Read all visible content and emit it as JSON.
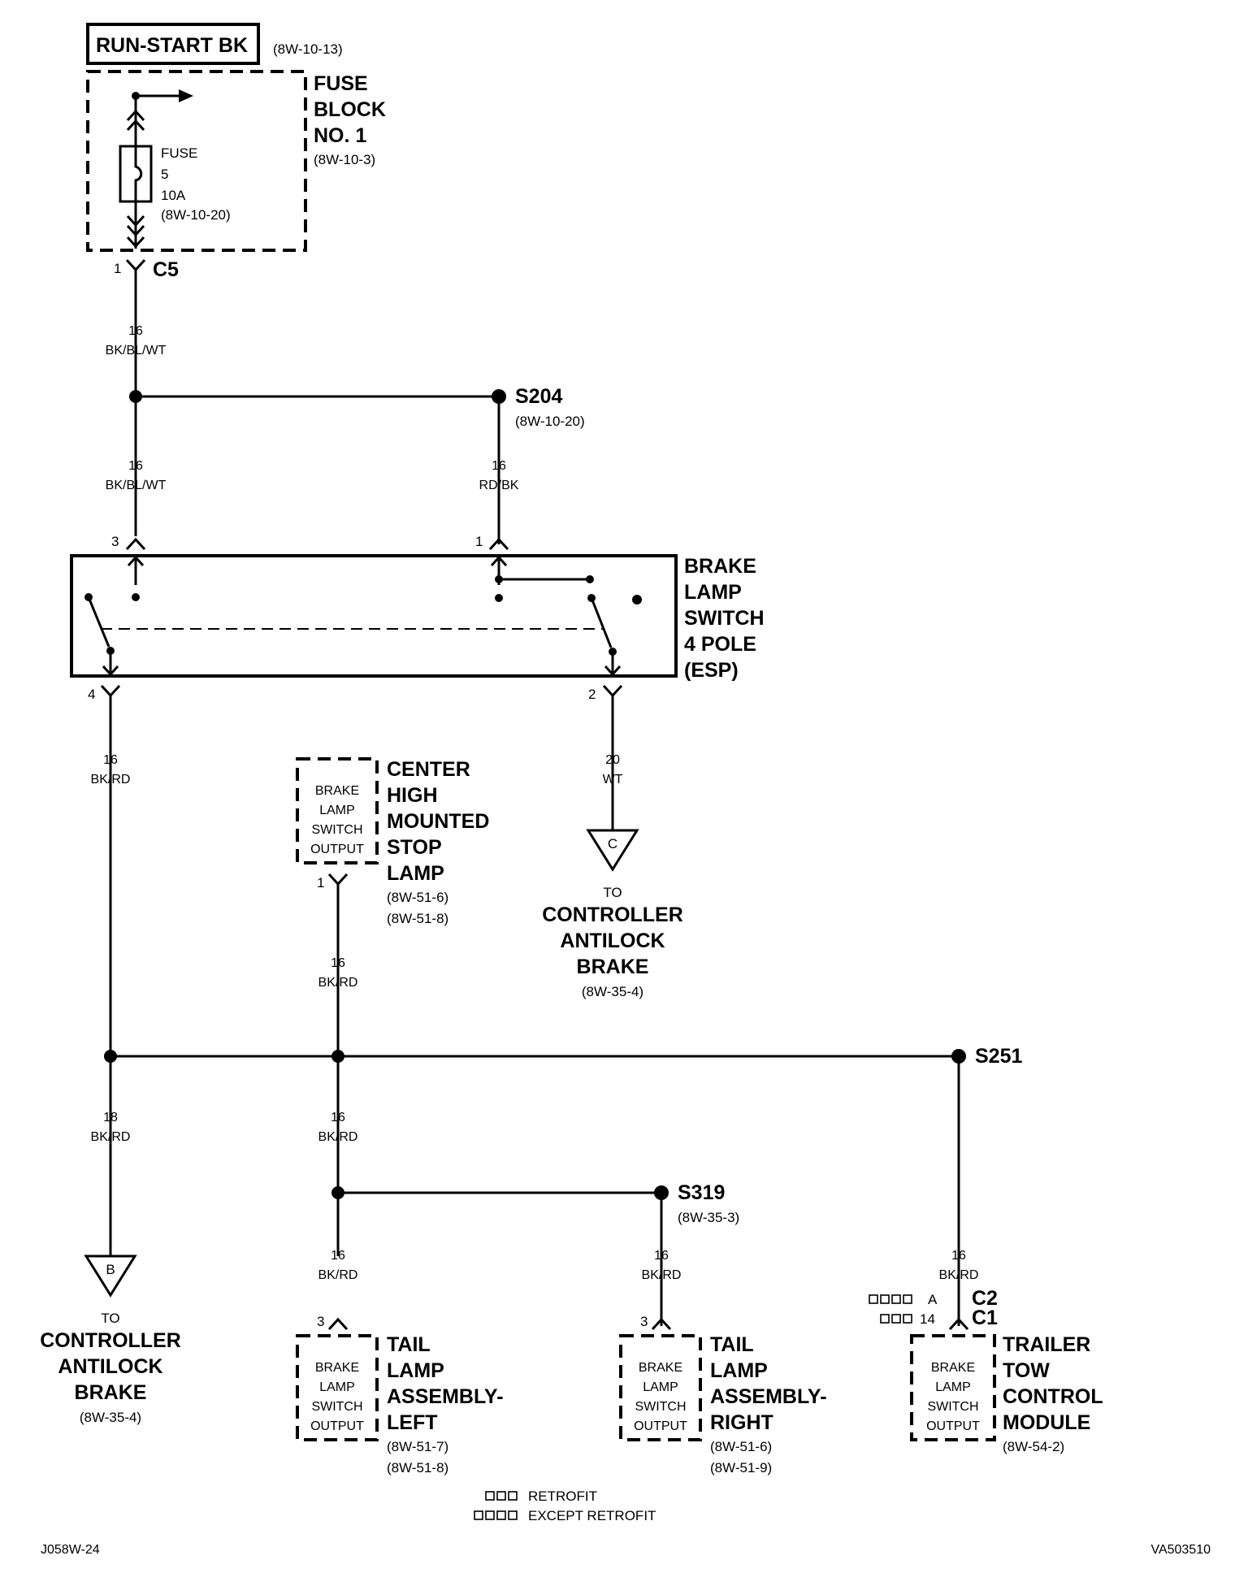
{
  "labels": {
    "run_start": "RUN-START BK",
    "run_start_ref": "(8W-10-13)",
    "fuse_block": [
      "FUSE",
      "BLOCK",
      "NO. 1"
    ],
    "fuse_block_ref": "(8W-10-3)",
    "fuse": [
      "FUSE",
      "5",
      "10A",
      "(8W-10-20)"
    ],
    "c5_pin": "1",
    "c5": "C5",
    "s204": "S204",
    "s204_ref": "(8W-10-20)",
    "pin3": "3",
    "pin1": "1",
    "pin4": "4",
    "pin2": "2",
    "brake_switch": [
      "BRAKE",
      "LAMP",
      "SWITCH",
      "4 POLE",
      "(ESP)"
    ],
    "chmsl_box": [
      "BRAKE",
      "LAMP",
      "SWITCH",
      "OUTPUT"
    ],
    "chmsl": [
      "CENTER",
      "HIGH",
      "MOUNTED",
      "STOP",
      "LAMP"
    ],
    "chmsl_refs": [
      "(8W-51-6)",
      "(8W-51-8)"
    ],
    "chmsl_pin": "1",
    "conn_c": "C",
    "conn_b": "B",
    "to": "TO",
    "cab": [
      "CONTROLLER",
      "ANTILOCK",
      "BRAKE"
    ],
    "cab_ref": "(8W-35-4)",
    "s251": "S251",
    "s319": "S319",
    "s319_ref": "(8W-35-3)",
    "tail_left": [
      "TAIL",
      "LAMP",
      "ASSEMBLY-",
      "LEFT"
    ],
    "tail_left_refs": [
      "(8W-51-7)",
      "(8W-51-8)"
    ],
    "tail_right": [
      "TAIL",
      "LAMP",
      "ASSEMBLY-",
      "RIGHT"
    ],
    "tail_right_refs": [
      "(8W-51-6)",
      "(8W-51-9)"
    ],
    "trailer": [
      "TRAILER",
      "TOW",
      "CONTROL",
      "MODULE"
    ],
    "trailer_ref": "(8W-54-2)",
    "tail_pin": "3",
    "trailer_pin_a": "A",
    "trailer_pin_14": "14",
    "c2": "C2",
    "c1": "C1",
    "legend_retrofit": "RETROFIT",
    "legend_except": "EXCEPT RETROFIT",
    "footer_left": "J058W-24",
    "footer_right": "VA503510"
  },
  "wires": {
    "w1": [
      "16",
      "BK/BL/WT"
    ],
    "w2": [
      "16",
      "BK/BL/WT"
    ],
    "w3": [
      "16",
      "RD/BK"
    ],
    "w4": [
      "16",
      "BK/RD"
    ],
    "w5": [
      "20",
      "WT"
    ],
    "w6": [
      "16",
      "BK/RD"
    ],
    "w7": [
      "18",
      "BK/RD"
    ],
    "w8": [
      "16",
      "BK/RD"
    ],
    "w9": [
      "16",
      "BK/RD"
    ],
    "w10": [
      "16",
      "BK/RD"
    ],
    "w11": [
      "16",
      "BK/RD"
    ]
  }
}
